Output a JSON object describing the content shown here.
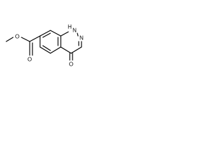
{
  "colors": {
    "background": "#ffffff",
    "bond": "#000000",
    "text": "#000000"
  },
  "atoms": {
    "ester_oxygen": "O",
    "methyl_oxygen": "O",
    "nh": "NH",
    "h_of_nh": "H",
    "n": "N",
    "n_of_nh": "N",
    "carbonyl_oxygen": "O"
  }
}
